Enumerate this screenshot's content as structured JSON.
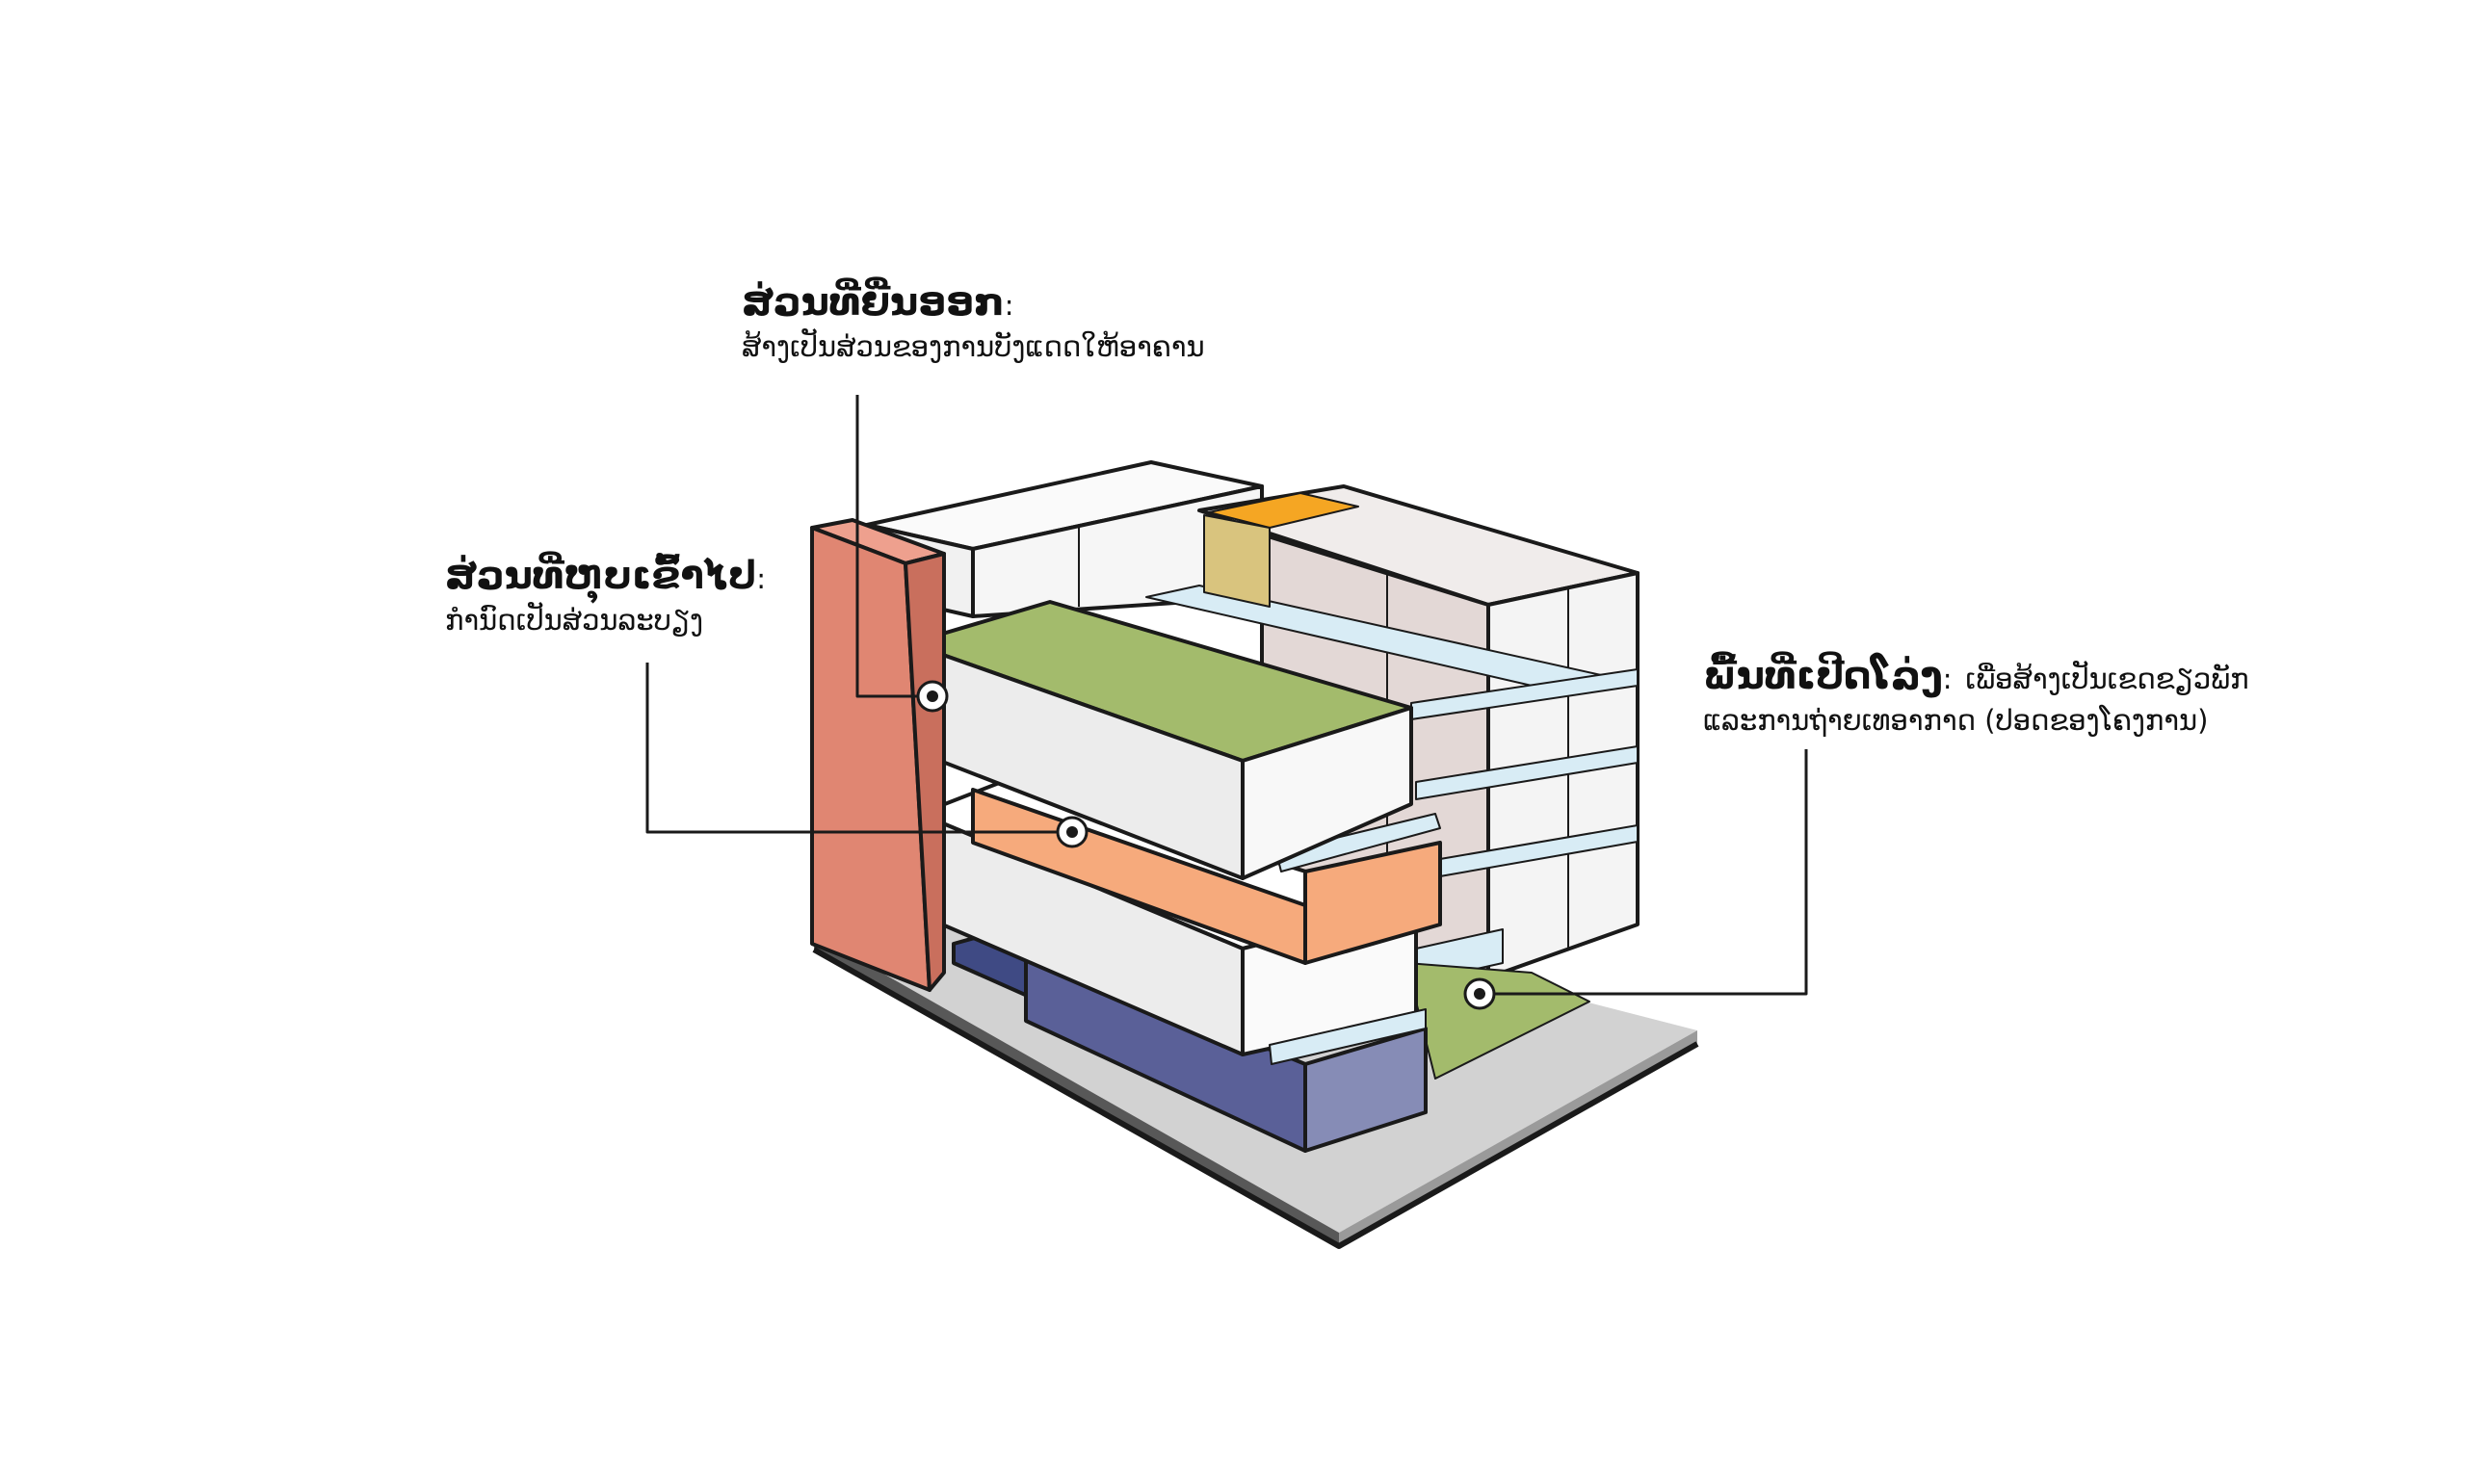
{
  "annotations": {
    "projecting": {
      "title": "ສ່ວນທີ່ຍື່ນອອກ",
      "colon": ":",
      "description": "ສ້າງເປັນສ່ວນຂອງການບັງແດດໃຫ້ອາຄານ"
    },
    "recessed": {
      "title": "ສ່ວນທີ່ຫຸບເຂົ້າໄປ",
      "colon": ":",
      "description": "ກຳນົດເປັນສ່ວນລະບຽງ"
    },
    "open_space": {
      "title": "ພື້ນທີ່ເປີດໂລ່ງ",
      "colon": ":",
      "description_line1": "ເພື່ອສ້າງເປັນເຂດຂຽວພັກ",
      "description_line2": "ແລະການຖ່າຍເທອາກາດ (ປອດຂອງໂຄງການ)"
    }
  },
  "colors": {
    "outline": "#1a1a1a",
    "green_roof": "#a3bb6c",
    "orange_block": "#f6aa7c",
    "salmon_wall": "#e08672",
    "blue_block": "#6e74a6",
    "glass_slab": "#d8ecf5",
    "pavement": "#d2d2d2",
    "accent_orange": "#f5a623",
    "accent_yellow": "#d9c47e",
    "white_block": "#f3f3f3",
    "pink_block": "#e3d8d6"
  }
}
